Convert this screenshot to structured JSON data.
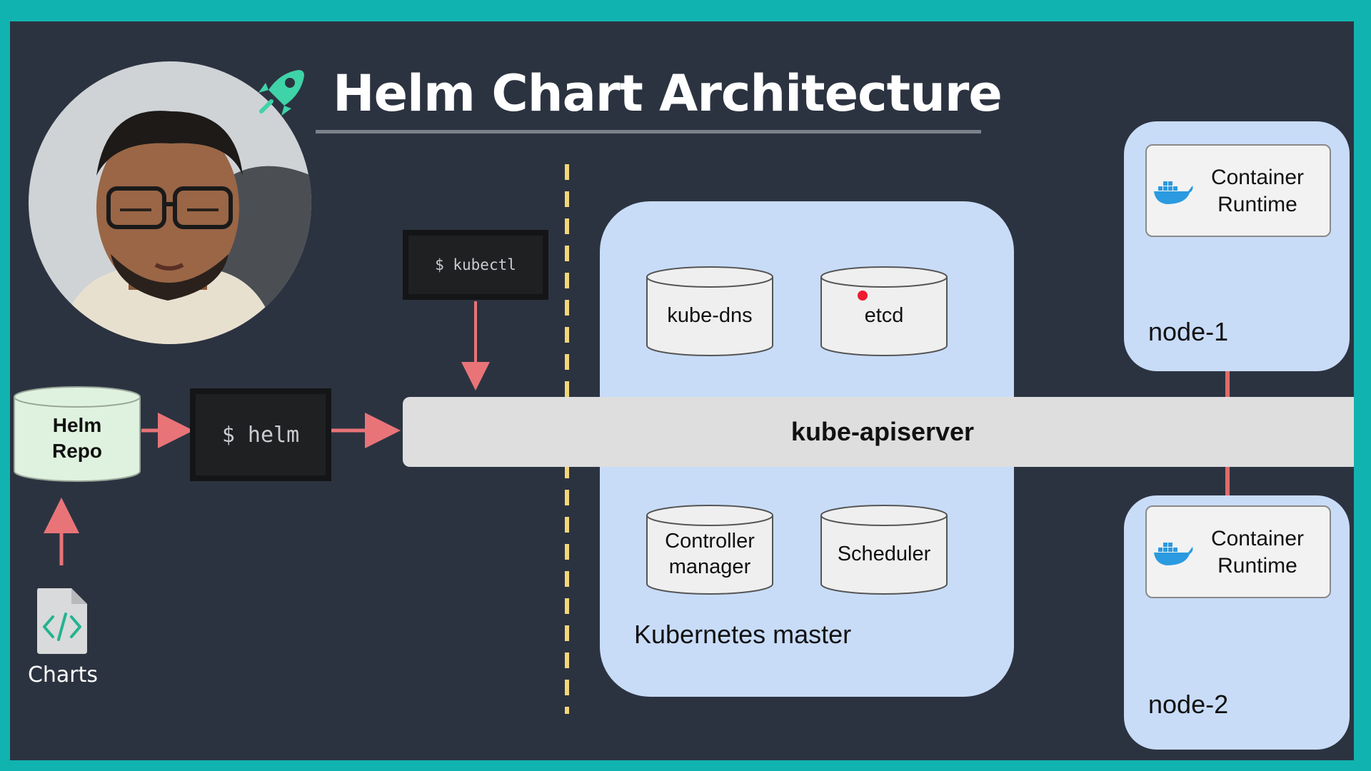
{
  "slide": {
    "title": "Helm Chart Architecture"
  },
  "terminals": {
    "kubectl": "$ kubectl",
    "helm": "$ helm"
  },
  "helm_repo": {
    "line1": "Helm",
    "line2": "Repo"
  },
  "charts": {
    "label": "Charts"
  },
  "master": {
    "label": "Kubernetes master",
    "kube_dns": "kube-dns",
    "etcd": "etcd",
    "controller_line1": "Controller",
    "controller_line2": "manager",
    "scheduler": "Scheduler"
  },
  "apiserver": {
    "label": "kube-apiserver"
  },
  "nodes": [
    {
      "label": "node-1",
      "runtime_line1": "Container",
      "runtime_line2": "Runtime"
    },
    {
      "label": "node-2",
      "runtime_line1": "Container",
      "runtime_line2": "Runtime"
    }
  ],
  "colors": {
    "frame": "#11b3b0",
    "background": "#2c3340",
    "panel": "#c8dcf8",
    "arrow": "#e87478",
    "connector": "#e06b6b",
    "dashed_divider": "#f2d67a",
    "helm_repo": "#dff2df",
    "apiserver": "#dedede",
    "accent_rocket": "#3fd3a8",
    "pointer_dot": "#ee1c2e"
  },
  "icons": {
    "rocket": "rocket-icon",
    "code_file": "code-file-icon",
    "docker": "docker-whale-icon"
  }
}
